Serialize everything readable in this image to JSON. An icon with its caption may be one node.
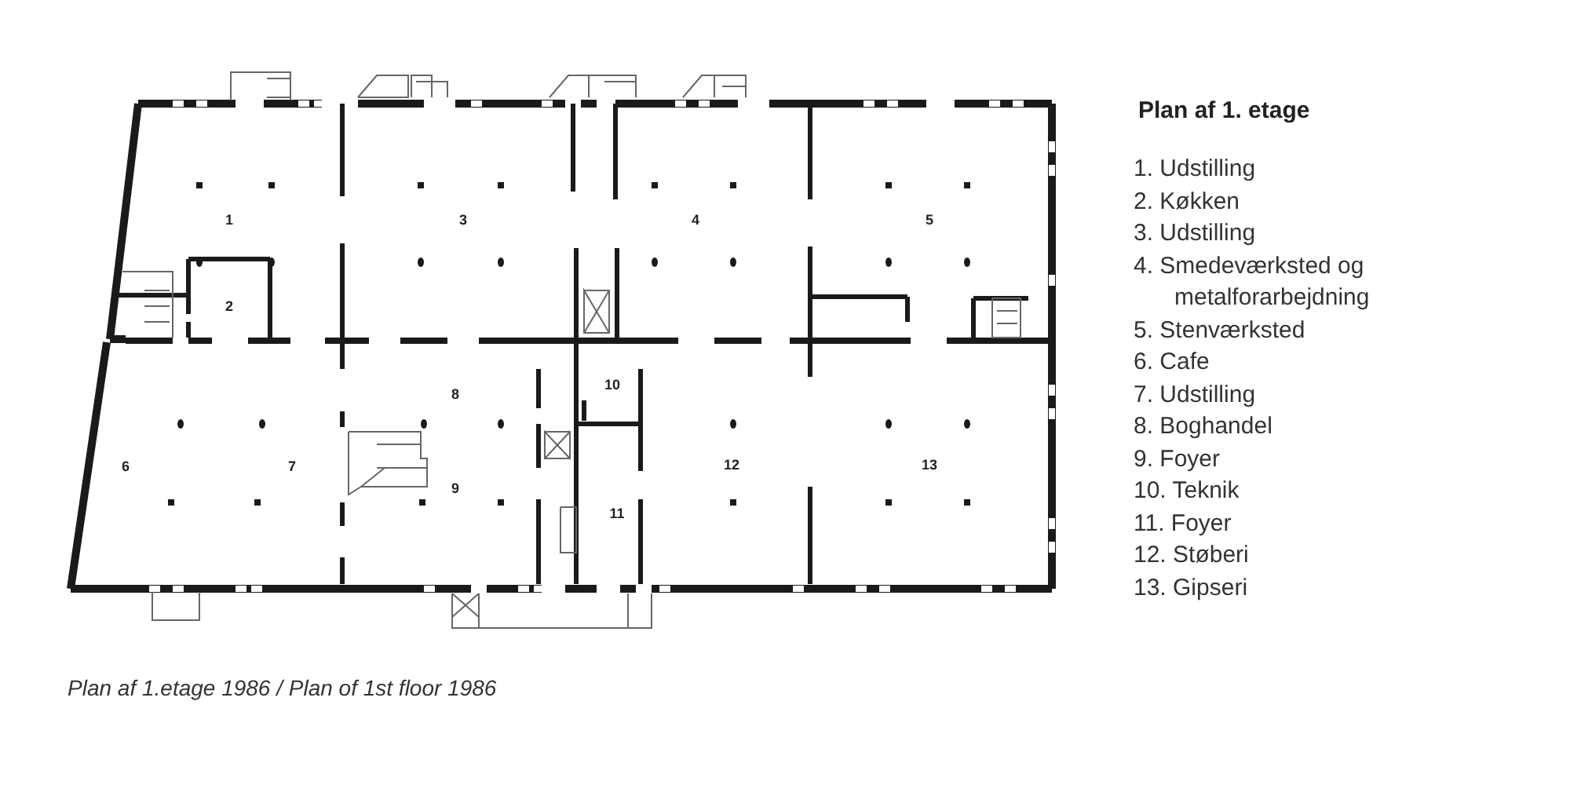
{
  "diagram": {
    "title": "Plan af 1. etage",
    "caption": "Plan af 1.etage 1986 / Plan of 1st floor 1986",
    "labels": [
      "1",
      "3",
      "4",
      "5",
      "2",
      "10",
      "8",
      "6",
      "7",
      "12",
      "13",
      "9",
      "11",
      "1. Udstilling",
      "2. Køkken",
      "3. Udstilling",
      "4. Smedeværksted og metalforarbejdning",
      "5. Stenværksted",
      "6. Cafe",
      "7. Udstilling",
      "8. Boghandel",
      "9. Foyer",
      "10. Teknik",
      "11. Foyer",
      "12. Støberi",
      "13. Gipseri"
    ]
  }
}
